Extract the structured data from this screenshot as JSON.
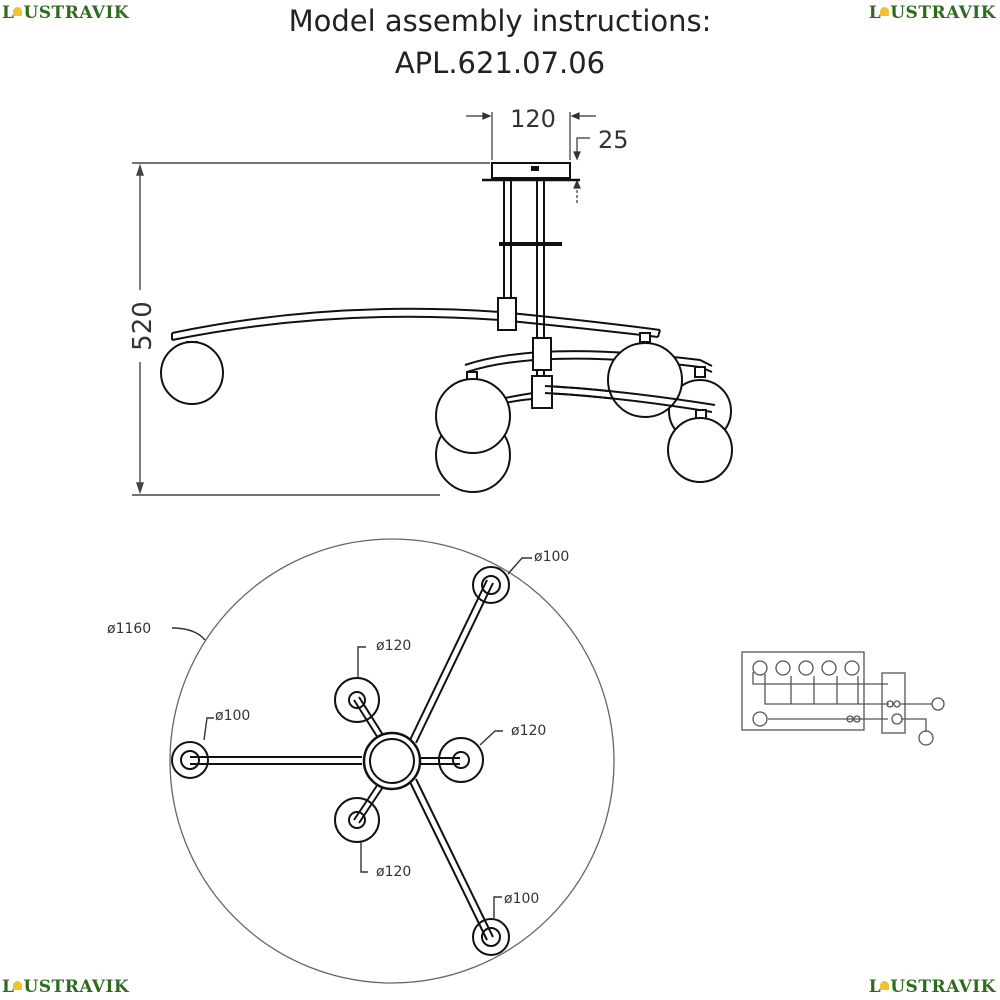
{
  "brand": {
    "name_prefix": "L",
    "name_suffix": "USTRAVIK",
    "color": "#2e6b1f",
    "lamp_color": "#f1c232"
  },
  "header": {
    "title_line1": "Model assembly instructions:",
    "title_line2": "APL.621.07.06"
  },
  "side_view": {
    "canopy_width": "120",
    "canopy_height": "25",
    "total_height": "520"
  },
  "top_view": {
    "overall_diameter": "ø1160",
    "outer_shades": [
      "ø100",
      "ø100",
      "ø100"
    ],
    "inner_shades": [
      "ø120",
      "ø120",
      "ø120"
    ]
  },
  "wiring": {
    "lamp_count": 5,
    "extra_lamp_count": 1
  }
}
